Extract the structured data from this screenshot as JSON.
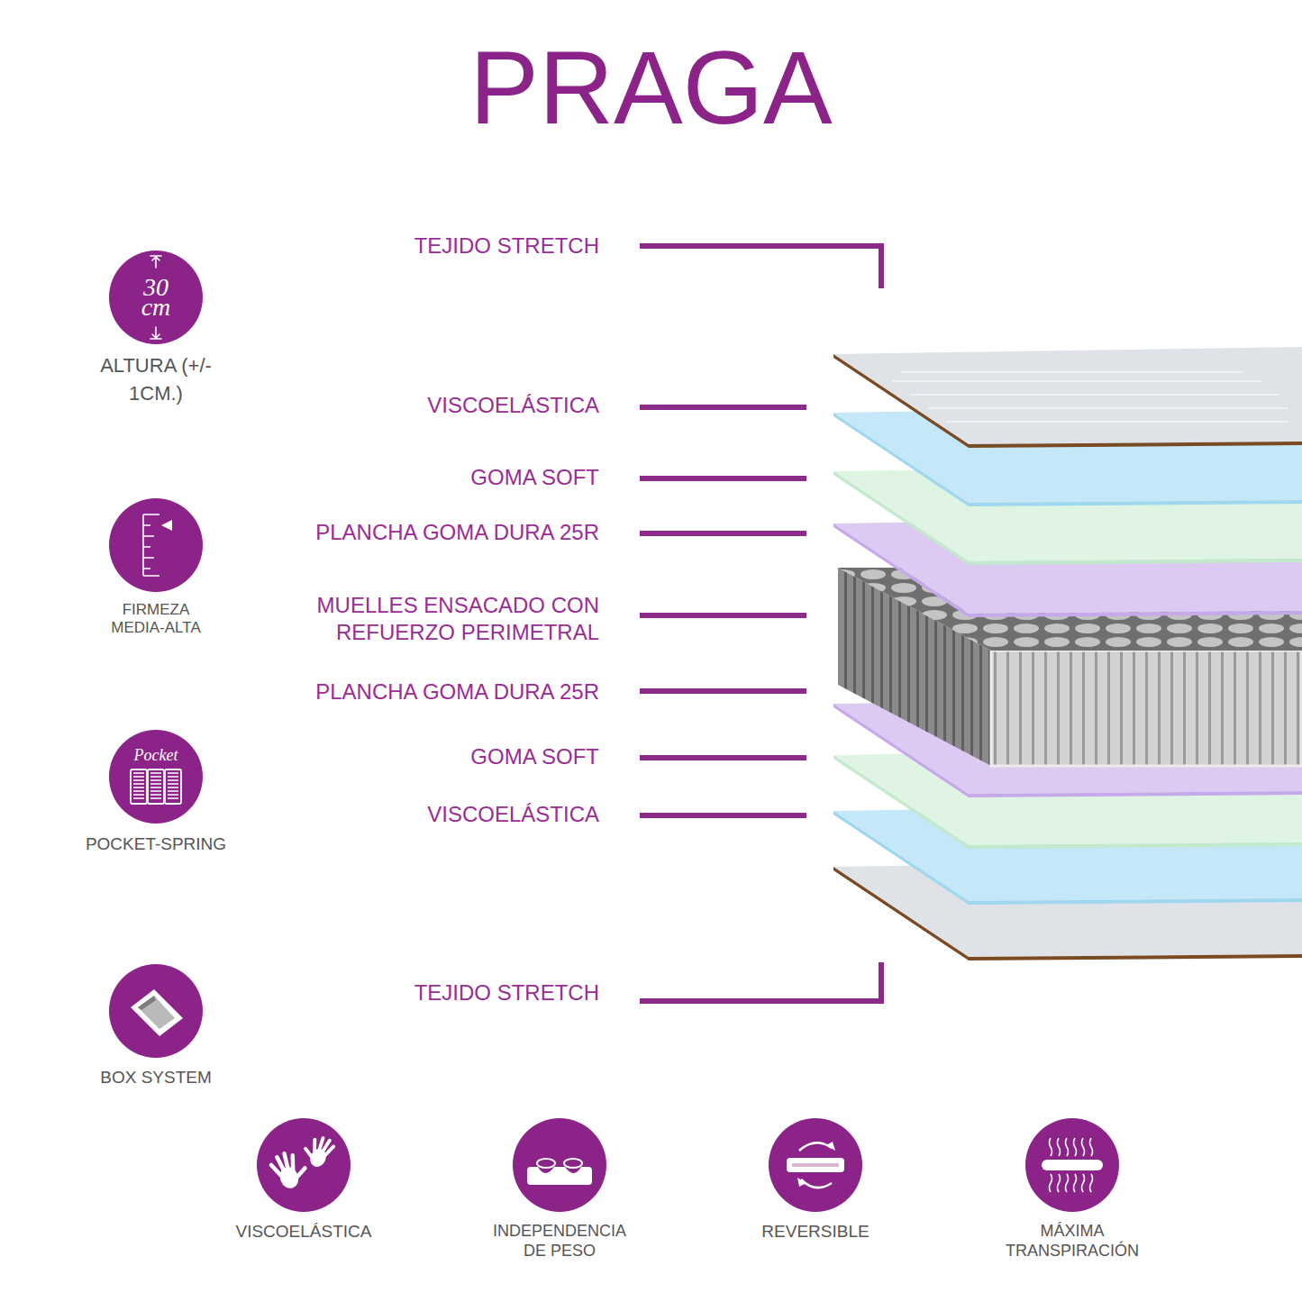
{
  "diagram": {
    "title": "PRAGA",
    "nodes": [
      {
        "text": [
          "30 cm",
          "ALTURA (+/- 1CM.)"
        ]
      },
      {
        "text": [
          "FIRMEZA MEDIA-ALTA"
        ]
      },
      {
        "text": [
          "Pocket",
          "POCKET-SPRING"
        ]
      },
      {
        "text": [
          "BOX SYSTEM"
        ]
      },
      {
        "text": [
          "VISCOELÁSTICA"
        ]
      },
      {
        "text": [
          "INDEPENDENCIA DE PESO"
        ]
      },
      {
        "text": [
          "REVERSIBLE"
        ]
      },
      {
        "text": [
          "MÁXIMA TRANSPIRACIÓN"
        ]
      }
    ],
    "labels": [
      "TEJIDO STRETCH",
      "VISCOELÁSTICA",
      "GOMA SOFT",
      "PLANCHA GOMA DURA 25R",
      "MUELLES ENSACADO CON REFUERZO PERIMETRAL",
      "PLANCHA GOMA DURA 25R",
      "GOMA SOFT",
      "VISCOELÁSTICA",
      "TEJIDO STRETCH"
    ]
  }
}
